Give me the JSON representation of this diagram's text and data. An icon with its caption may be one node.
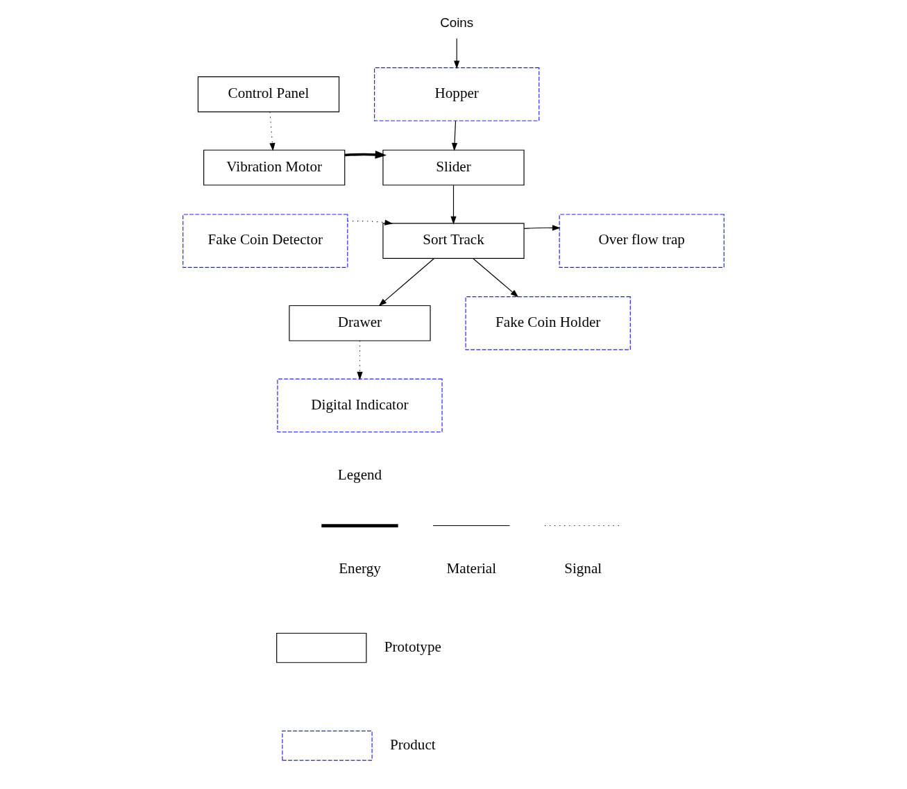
{
  "diagram": {
    "nodes": [
      {
        "text": [
          "Coins"
        ]
      },
      {
        "text": [
          "Hopper"
        ]
      },
      {
        "text": [
          "Control Panel"
        ]
      },
      {
        "text": [
          "Vibration Motor"
        ]
      },
      {
        "text": [
          "Slider"
        ]
      },
      {
        "text": [
          "Fake Coin Detector"
        ]
      },
      {
        "text": [
          "Sort Track"
        ]
      },
      {
        "text": [
          "Over flow trap"
        ]
      },
      {
        "text": [
          "Fake Coin Holder"
        ]
      },
      {
        "text": [
          "Drawer"
        ]
      },
      {
        "text": [
          "Digital Indicator"
        ]
      }
    ],
    "edges": [
      {
        "from": 0,
        "to": 1,
        "arrow": "to"
      },
      {
        "from": 1,
        "to": 4,
        "arrow": "to"
      },
      {
        "from": 2,
        "to": 3,
        "arrow": "to",
        "style": "dashed"
      },
      {
        "from": 3,
        "to": 4,
        "arrow": "to",
        "style": "thick"
      },
      {
        "from": 4,
        "to": 6,
        "arrow": "to"
      },
      {
        "from": 5,
        "to": 6,
        "arrow": "to",
        "style": "dashed"
      },
      {
        "from": 6,
        "to": 7,
        "arrow": "to"
      },
      {
        "from": 6,
        "to": 8,
        "arrow": "to"
      },
      {
        "from": 6,
        "to": 9,
        "arrow": "to"
      },
      {
        "from": 9,
        "to": 10,
        "arrow": "to",
        "style": "dashed"
      }
    ],
    "labels": [
      "Legend"
    ],
    "legend": [
      {
        "text": "Energy"
      },
      {
        "text": "Material"
      },
      {
        "text": "Signal"
      },
      {
        "text": "Prototype"
      },
      {
        "text": "Product"
      }
    ]
  }
}
